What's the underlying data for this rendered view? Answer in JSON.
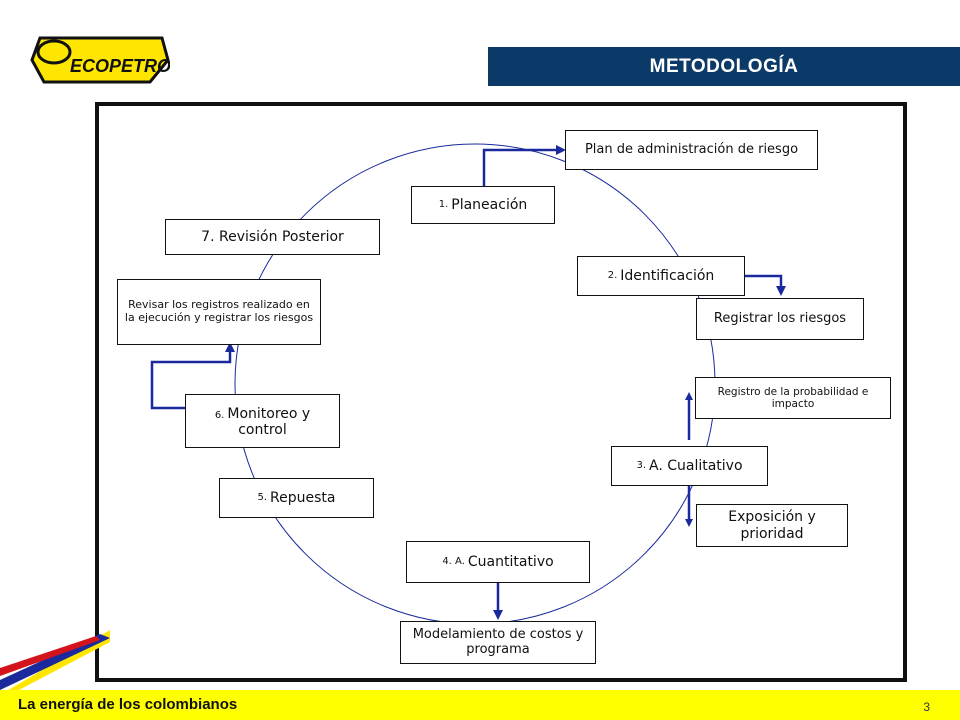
{
  "header": {
    "logo_text": "ECOPETROL",
    "title": "METODOLOGÍA"
  },
  "diagram": {
    "steps": {
      "planeacion": {
        "num": "1.",
        "label": "Planeación"
      },
      "identificacion": {
        "num": "2.",
        "label": "Identificación"
      },
      "cualitativo": {
        "num": "3.",
        "label": "A. Cualitativo"
      },
      "cuantitativo": {
        "num": "4. A.",
        "label": "Cuantitativo"
      },
      "repuesta": {
        "num": "5.",
        "label": "Repuesta"
      },
      "monitoreo_line1": {
        "num": "6.",
        "label": "Monitoreo y"
      },
      "monitoreo_line2": "control",
      "revision": {
        "label": "7. Revisión Posterior"
      }
    },
    "outputs": {
      "plan": "Plan de administración de riesgo",
      "registrar": "Registrar los riesgos",
      "probabilidad": "Registro de la probabilidad e impacto",
      "exposicion": "Exposición y prioridad",
      "modelamiento": "Modelamiento de costos y programa",
      "revisar": "Revisar los registros realizado en la ejecución y registrar los riesgos"
    }
  },
  "footer": {
    "tagline": "La energía de los colombianos",
    "page": "3"
  },
  "colors": {
    "title_bar": "#0b3a68",
    "footer": "#ffff00",
    "circle": "#1a2a9c",
    "connector": "#1a2a9c"
  }
}
